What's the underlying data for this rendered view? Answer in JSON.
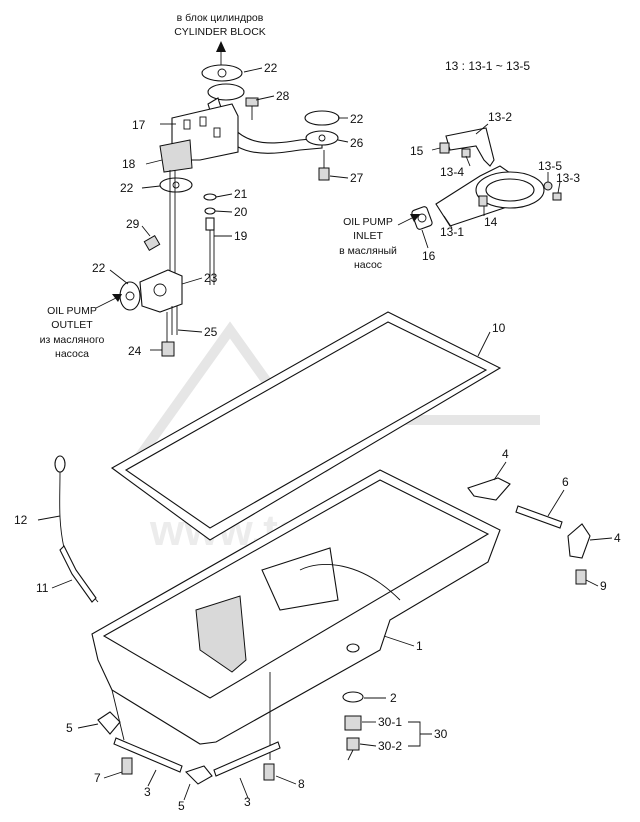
{
  "top_note": {
    "ru": "в блок цилиндров",
    "en": "CYLINDER BLOCK"
  },
  "range_note": "13 : 13-1 ~ 13-5",
  "inlet_note": {
    "en_line1": "OIL PUMP",
    "en_line2": "INLET",
    "ru_line1": "в масляный",
    "ru_line2": "насос"
  },
  "outlet_note": {
    "en_line1": "OIL PUMP",
    "en_line2": "OUTLET",
    "ru_line1": "из масляного",
    "ru_line2": "насоса"
  },
  "watermark": "www.tss.ru",
  "callouts": {
    "c1": "1",
    "c2": "2",
    "c3a": "3",
    "c3b": "3",
    "c4a": "4",
    "c4b": "4",
    "c5a": "5",
    "c5b": "5",
    "c6": "6",
    "c7": "7",
    "c8": "8",
    "c9": "9",
    "c10": "10",
    "c11": "11",
    "c12": "12",
    "c13_1": "13-1",
    "c13_2": "13-2",
    "c13_3": "13-3",
    "c13_4": "13-4",
    "c13_5": "13-5",
    "c14": "14",
    "c15": "15",
    "c16": "16",
    "c17": "17",
    "c18": "18",
    "c19": "19",
    "c20": "20",
    "c21": "21",
    "c22a": "22",
    "c22b": "22",
    "c22c": "22",
    "c22d": "22",
    "c23": "23",
    "c24": "24",
    "c25": "25",
    "c26": "26",
    "c27": "27",
    "c28": "28",
    "c29": "29",
    "c30_1": "30-1",
    "c30_2": "30-2",
    "c30": "30"
  }
}
